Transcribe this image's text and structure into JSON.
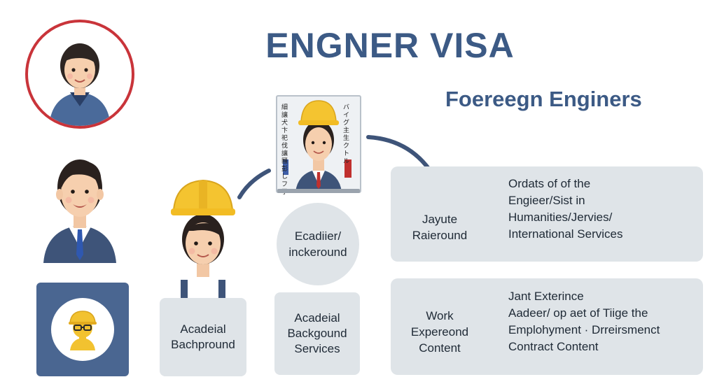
{
  "title": "ENGNER VISA",
  "subtitle": "Foereegn  Enginers",
  "colors": {
    "accent": "#3c5a85",
    "circle_border": "#c9343a",
    "box": "#dfe4e8",
    "tile": "#4a6691",
    "helmet": "#f2c230"
  },
  "icons": [
    "female-engineer-icon",
    "male-engineer-icon",
    "helmet-engineer-icon",
    "worker-helmet-icon",
    "id-card-icon",
    "curved-arrow-icon"
  ],
  "badge_card": {
    "left_text": "細\n讓\n犬\n卞\n祀\n伐\n讓\n㔶\n彭\nし\nフ\n了",
    "right_text": "バ\nイ\nグ\n主\n生\nク\nト\nル"
  },
  "box_academic": {
    "lines": [
      "Acadeial",
      "Bachpround"
    ]
  },
  "circle_background": {
    "lines": [
      "Ecadiier/",
      "inckeround"
    ]
  },
  "box_services": {
    "lines": [
      "Acadeial",
      "Backgound",
      "Services"
    ]
  },
  "panel_top": {
    "left_lines": [
      "Jayute",
      "Raieround"
    ],
    "right_lines": [
      "Ordats of of the",
      "Engieer/Sist in",
      "Humanities/Jervies/",
      "International Services"
    ]
  },
  "panel_bottom": {
    "left_lines": [
      "Work",
      "Expereond",
      "Content"
    ],
    "right_lines": [
      "Jant Exterince",
      "Aadeer/ op aet of Tiige the",
      "Emplohyment · Drreirsmenct",
      "Contract Content"
    ]
  }
}
